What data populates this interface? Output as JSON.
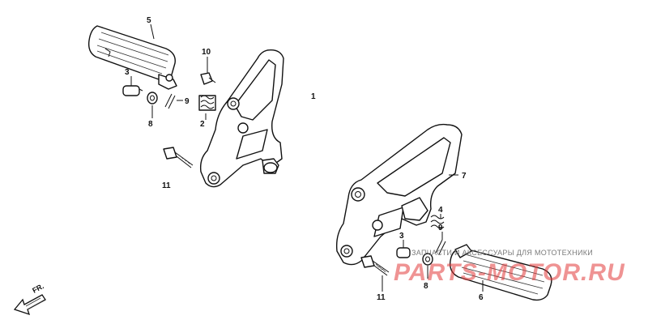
{
  "diagram": {
    "labels": {
      "l1": "1",
      "l2": "2",
      "l3a": "3",
      "l3b": "3",
      "l4": "4",
      "l5": "5",
      "l6": "6",
      "l7": "7",
      "l8a": "8",
      "l8b": "8",
      "l9a": "9",
      "l9b": "9",
      "l10": "10",
      "l11a": "11",
      "l11b": "11"
    },
    "direction_label": "FR.",
    "watermark": {
      "tagline": "ЗАПЧАСТИ И АКСЕССУАРЫ ДЛЯ МОТОТЕХНИКИ",
      "brand": "PARTS-MOTOR.RU"
    }
  }
}
